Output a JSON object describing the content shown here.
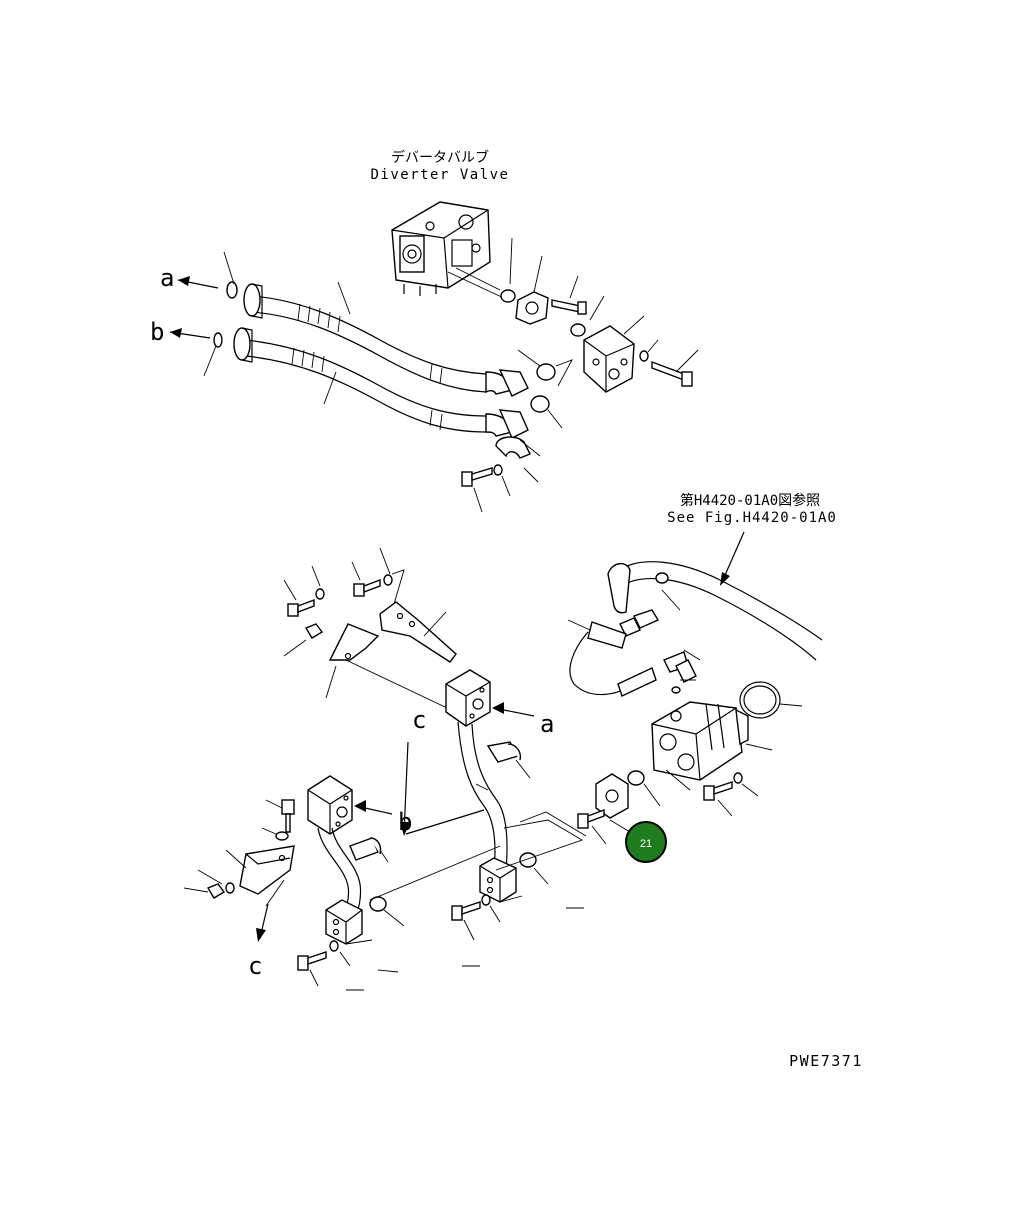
{
  "labels": {
    "diverter_jp": "デバータバルブ",
    "diverter_en": "Diverter Valve",
    "see_fig_jp": "第H4420-01A0図参照",
    "see_fig_en": "See Fig.H4420-01A0",
    "drawing_no": "PWE7371"
  },
  "refs": {
    "a": "a",
    "b": "b",
    "c": "c"
  },
  "callout": {
    "number": "21",
    "color": "#1e7d1e",
    "ring_color": "#000000",
    "text_color": "#ffffff"
  }
}
